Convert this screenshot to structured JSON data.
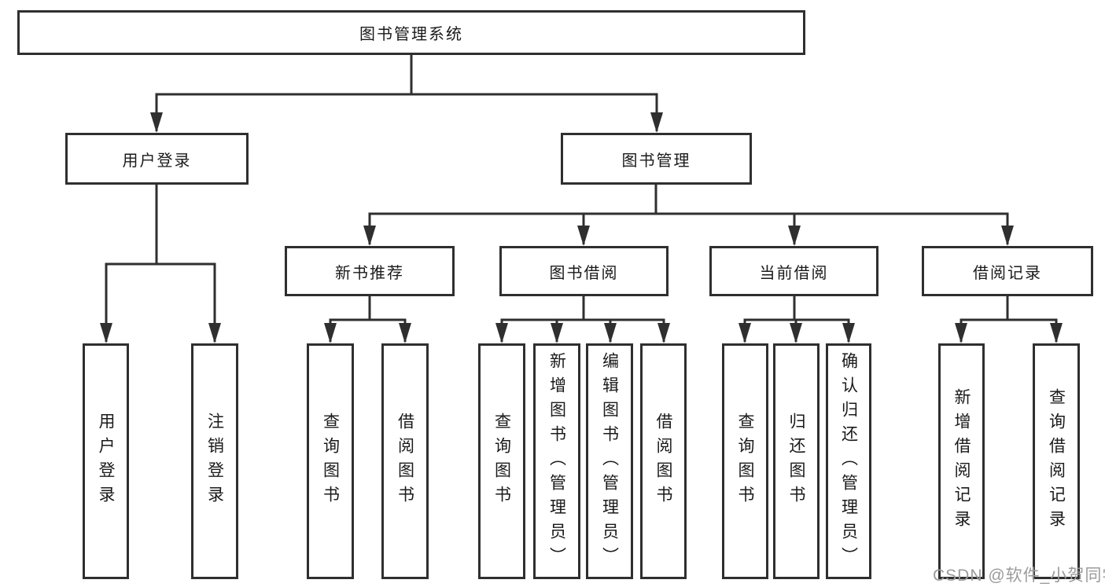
{
  "diagram": {
    "title": "图书管理系统",
    "tree": {
      "label": "图书管理系统",
      "children": [
        {
          "label": "用户登录",
          "children": [
            {
              "label": "用户登录"
            },
            {
              "label": "注销登录"
            }
          ]
        },
        {
          "label": "图书管理",
          "children": [
            {
              "label": "新书推荐",
              "children": [
                {
                  "label": "查询图书"
                },
                {
                  "label": "借阅图书"
                }
              ]
            },
            {
              "label": "图书借阅",
              "children": [
                {
                  "label": "查询图书"
                },
                {
                  "label": "新增图书（管理员）"
                },
                {
                  "label": "编辑图书（管理员）"
                },
                {
                  "label": "借阅图书"
                }
              ]
            },
            {
              "label": "当前借阅",
              "children": [
                {
                  "label": "查询图书"
                },
                {
                  "label": "归还图书"
                },
                {
                  "label": "确认归还（管理员）"
                }
              ]
            },
            {
              "label": "借阅记录",
              "children": [
                {
                  "label": "新增借阅记录"
                },
                {
                  "label": "查询借阅记录"
                }
              ]
            }
          ]
        }
      ]
    }
  },
  "watermark": {
    "text": "CSDN @软件_小贺同学",
    "color": "#9b9b9b"
  },
  "colors": {
    "line": "#2f2f2f",
    "text": "#1a1a1a",
    "background": "#ffffff"
  }
}
